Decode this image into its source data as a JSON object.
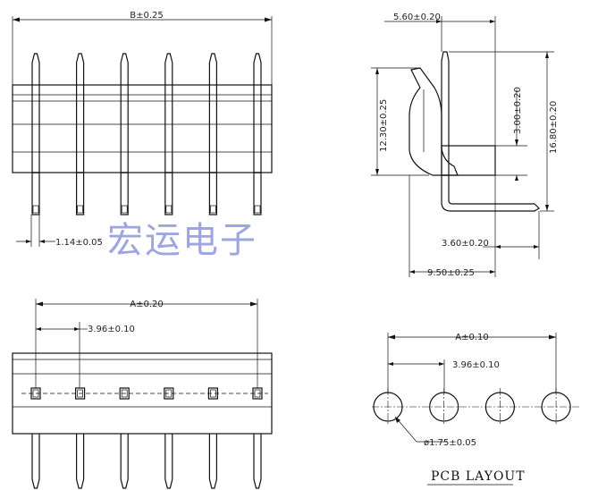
{
  "dims": {
    "top_width": "B±0.25",
    "pitch_small": "1.14±0.05",
    "side_top": "5.60±0.20",
    "side_left": "12.30±0.25",
    "side_mid": "3.00±0.20",
    "side_right": "16.80±0.20",
    "side_foot": "3.60±0.20",
    "side_bottom": "9.50±0.25",
    "front_width": "A±0.20",
    "front_pitch": "3.96±0.10",
    "pcb_width": "A±0.10",
    "pcb_pitch": "3.96±0.10",
    "pcb_hole": "ø1.75±0.05"
  },
  "watermark": "宏运电子",
  "pcb_title": "PCB LAYOUT",
  "pin_count": 6,
  "pcb_hole_count": 4
}
